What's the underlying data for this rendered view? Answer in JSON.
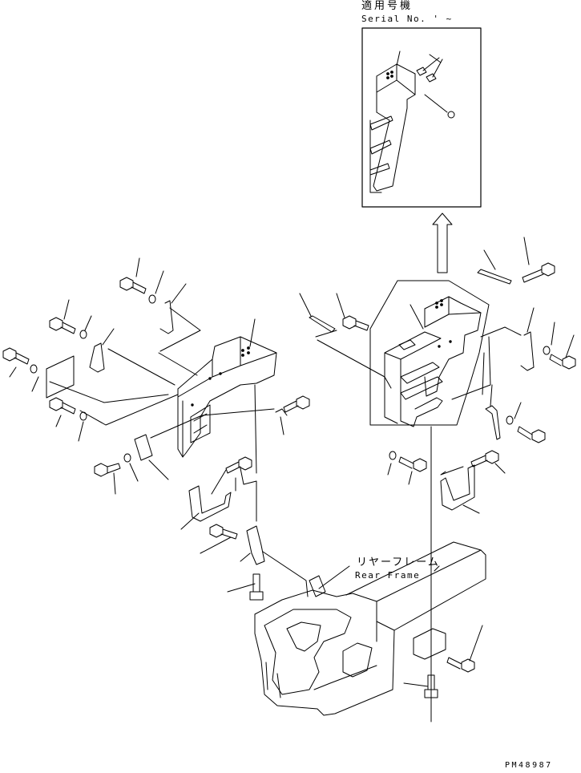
{
  "serial_label": {
    "japanese": "適用号機",
    "english": "Serial No.  ' ~"
  },
  "frame_label": {
    "japanese": "リヤーフレーム",
    "english": "Rear Frame"
  },
  "drawing_code": "PM48987"
}
